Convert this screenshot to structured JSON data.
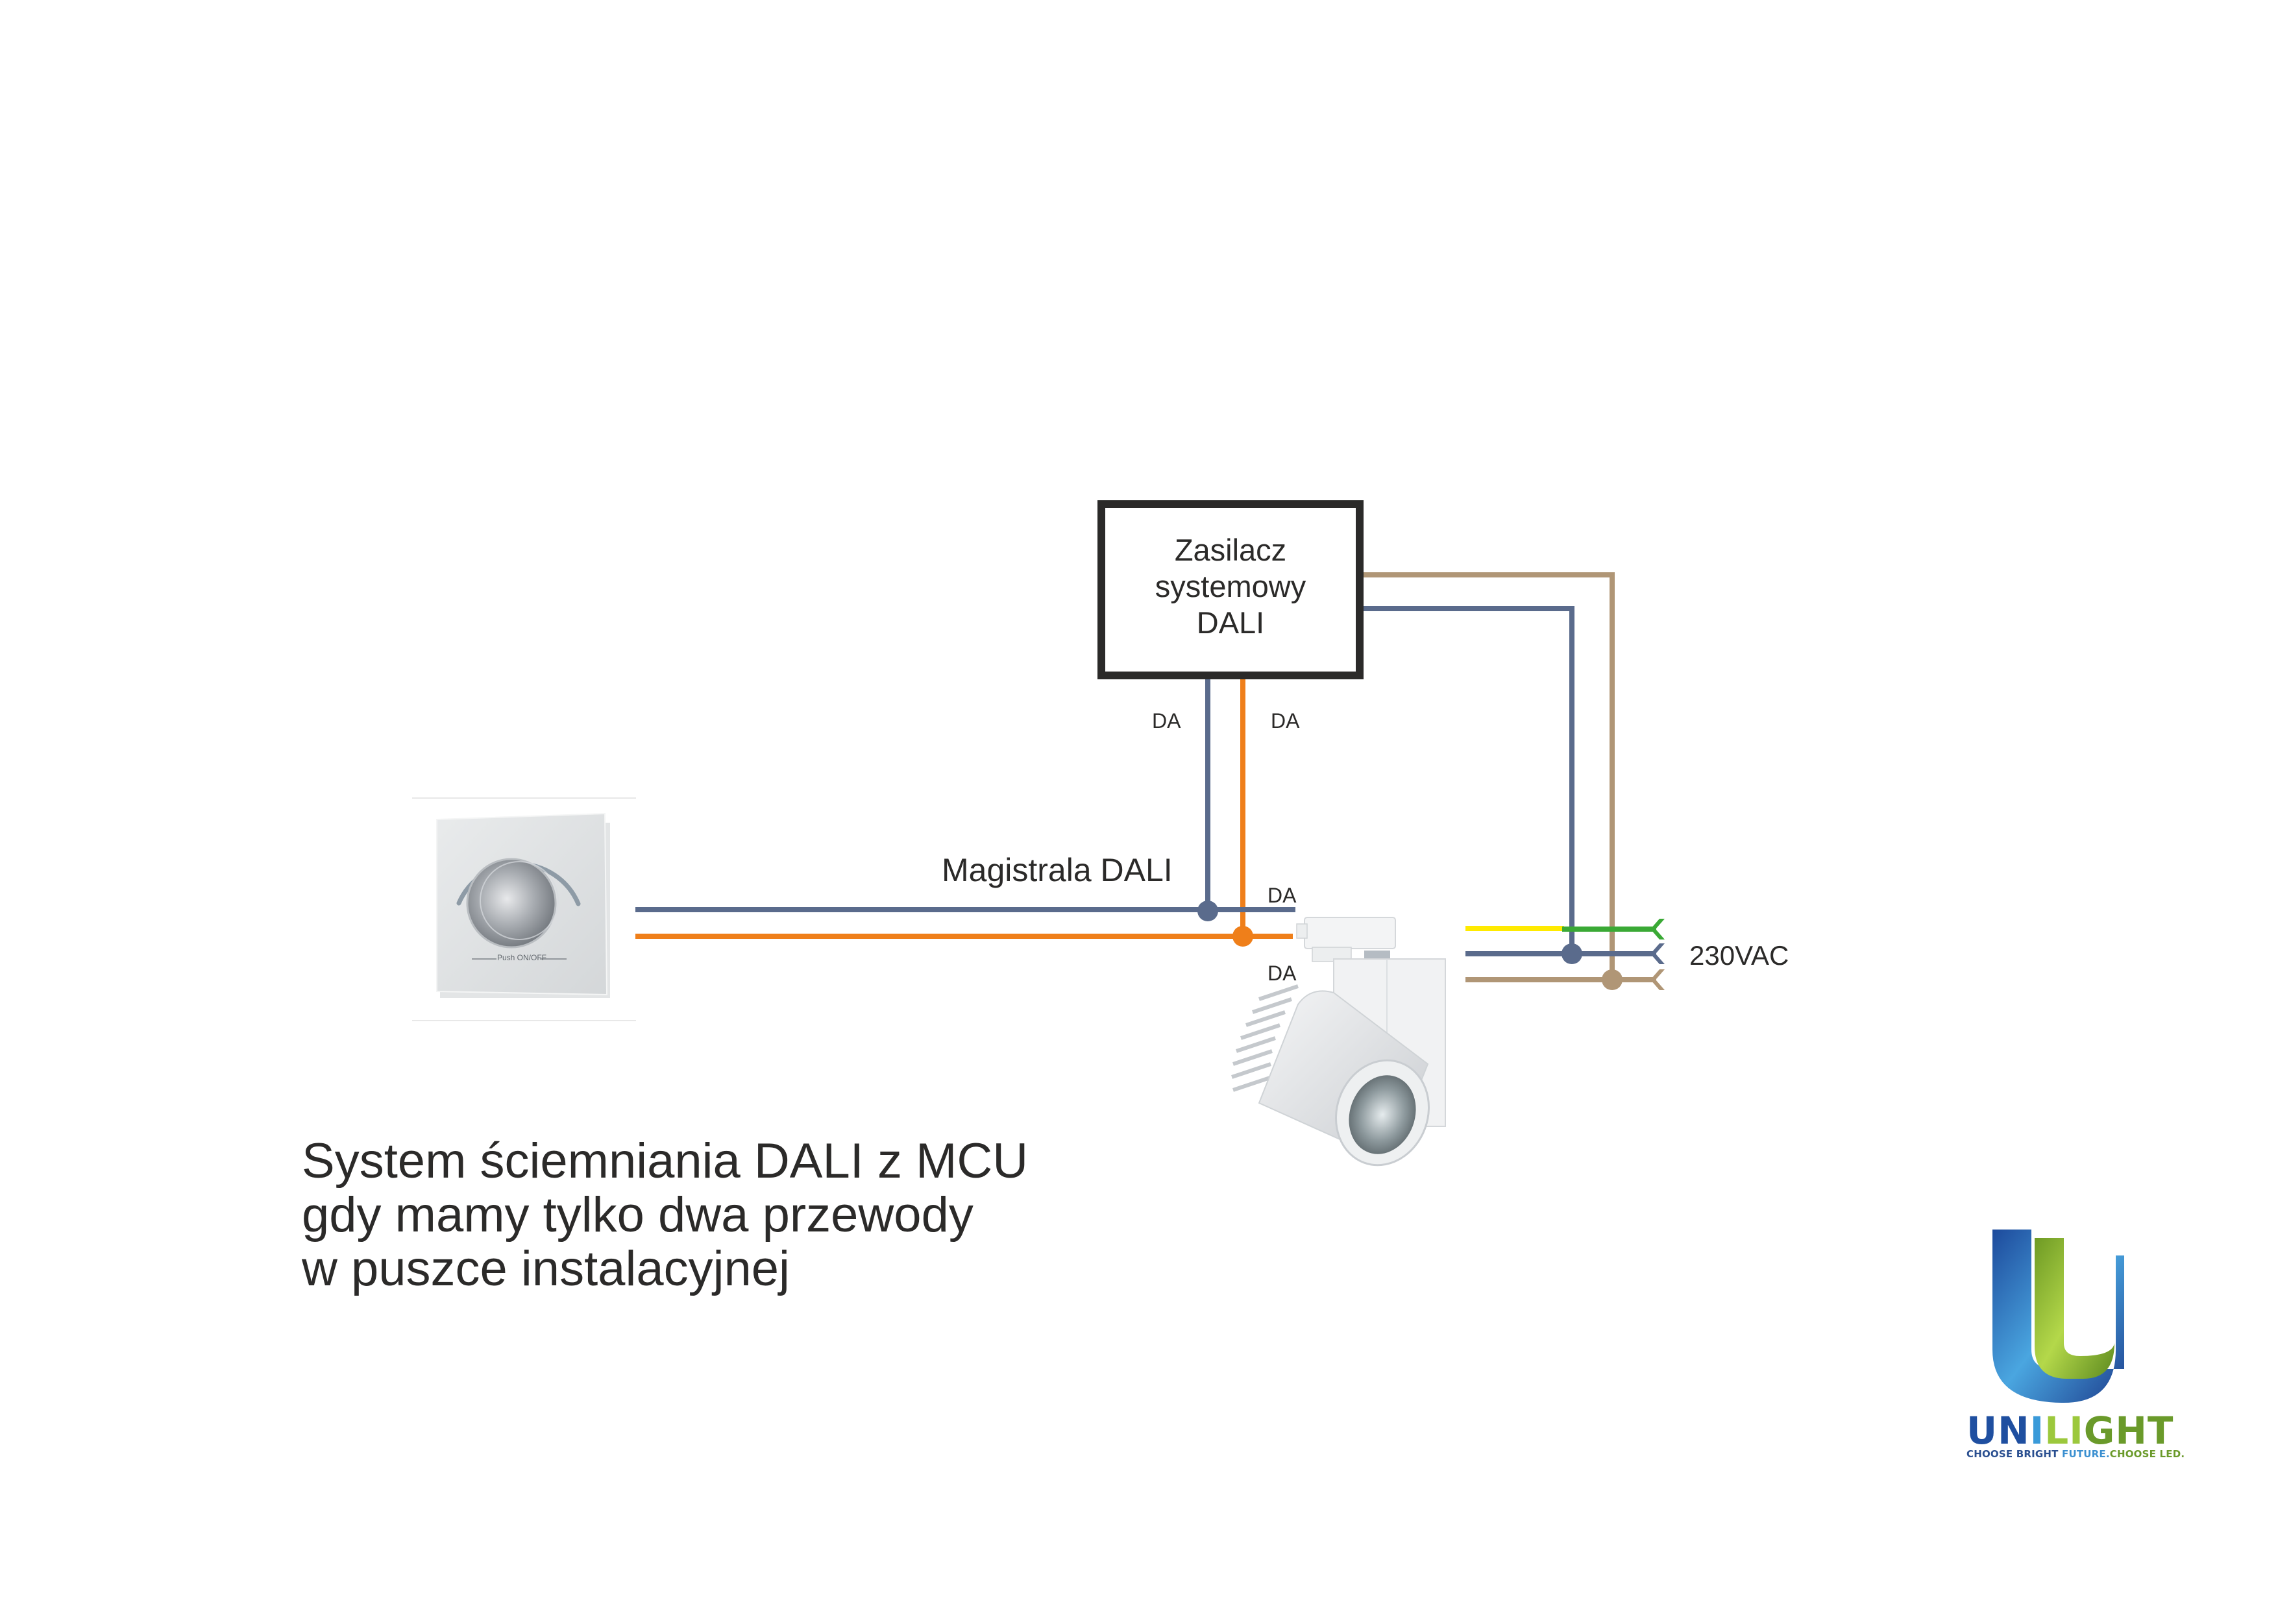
{
  "diagram": {
    "title_lines": [
      "System ściemniania DALI z MCU",
      "gdy mamy tylko dwa przewody",
      "w puszce instalacyjnej"
    ],
    "power_supply": {
      "lines": [
        "Zasilacz",
        "systemowy",
        "DALI"
      ]
    },
    "labels": {
      "da_supply_left": "DA",
      "da_supply_right": "DA",
      "da_lamp_top": "DA",
      "da_lamp_bottom": "DA",
      "bus": "Magistrala DALI",
      "mains": "230VAC"
    },
    "dimmer": {
      "name": "DALI rotary dimmer panel",
      "push_label": "Push ON/OFF"
    },
    "luminaire": {
      "name": "LED track spotlight"
    },
    "wire_colors": {
      "da_blue": "#5a6b8c",
      "da_orange": "#ef7f1a",
      "neutral_blue": "#5a6b8c",
      "live_brown": "#b09676",
      "earth_yellow": "#ffea00",
      "earth_green": "#3aa935",
      "box_border": "#2b2a29"
    },
    "logo": {
      "word_parts": [
        {
          "text": "UN",
          "color": "#1f4fa0"
        },
        {
          "text": "I",
          "color": "#3a9ad9"
        },
        {
          "text": "LI",
          "color": "#9cc83c"
        },
        {
          "text": "GHT",
          "color": "#6a9a2a"
        }
      ],
      "tagline_parts": [
        {
          "text": "CHOOSE BRIGHT ",
          "color": "#2a4f90"
        },
        {
          "text": "FUTURE.",
          "color": "#3a8fd0"
        },
        {
          "text": "CHOOSE LED.",
          "color": "#6a9a2a"
        }
      ],
      "mark_colors": {
        "outer": "#2a6cc0",
        "inner": "#8fbf2e"
      }
    }
  }
}
